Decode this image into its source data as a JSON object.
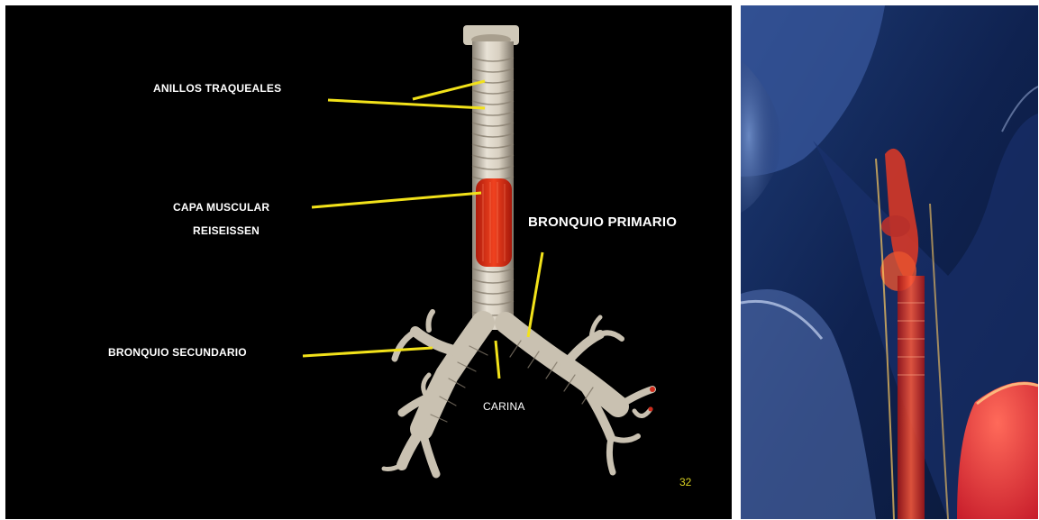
{
  "labels": {
    "anillos": "ANILLOS TRAQUEALES",
    "capa_line1": "CAPA MUSCULAR",
    "capa_line2": "REISEISSEN",
    "bronquio_primario": "BRONQUIO PRIMARIO",
    "bronquio_secundario": "BRONQUIO SECUNDARIO",
    "carina": "CARINA"
  },
  "slide_number": "32",
  "colors": {
    "background": "#000000",
    "leader_line": "#f2e21a",
    "page_number": "#d8d020",
    "muscle": "#e8321c",
    "cartilage": "#d9d2c4"
  }
}
